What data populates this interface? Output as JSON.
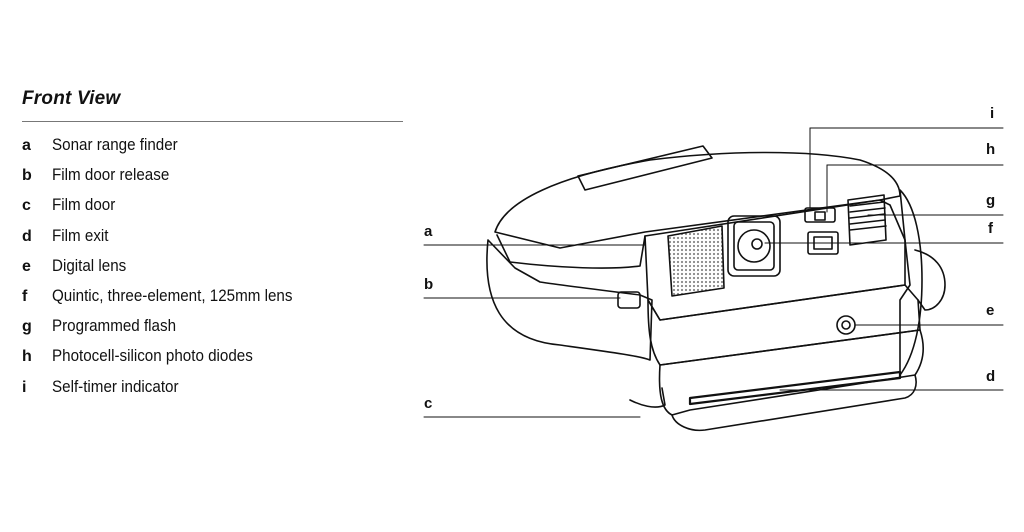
{
  "title": "Front View",
  "legend": [
    {
      "key": "a",
      "text": "Sonar range finder"
    },
    {
      "key": "b",
      "text": "Film door release"
    },
    {
      "key": "c",
      "text": "Film door"
    },
    {
      "key": "d",
      "text": "Film exit"
    },
    {
      "key": "e",
      "text": "Digital lens"
    },
    {
      "key": "f",
      "text": "Quintic, three-element, 125mm lens"
    },
    {
      "key": "g",
      "text": "Programmed flash"
    },
    {
      "key": "h",
      "text": "Photocell-silicon photo diodes"
    },
    {
      "key": "i",
      "text": "Self-timer indicator"
    }
  ],
  "callouts": {
    "a": "a",
    "b": "b",
    "c": "c",
    "d": "d",
    "e": "e",
    "f": "f",
    "g": "g",
    "h": "h",
    "i": "i"
  },
  "colors": {
    "ink": "#111111",
    "rule": "#777777",
    "speaker": "#888888"
  }
}
